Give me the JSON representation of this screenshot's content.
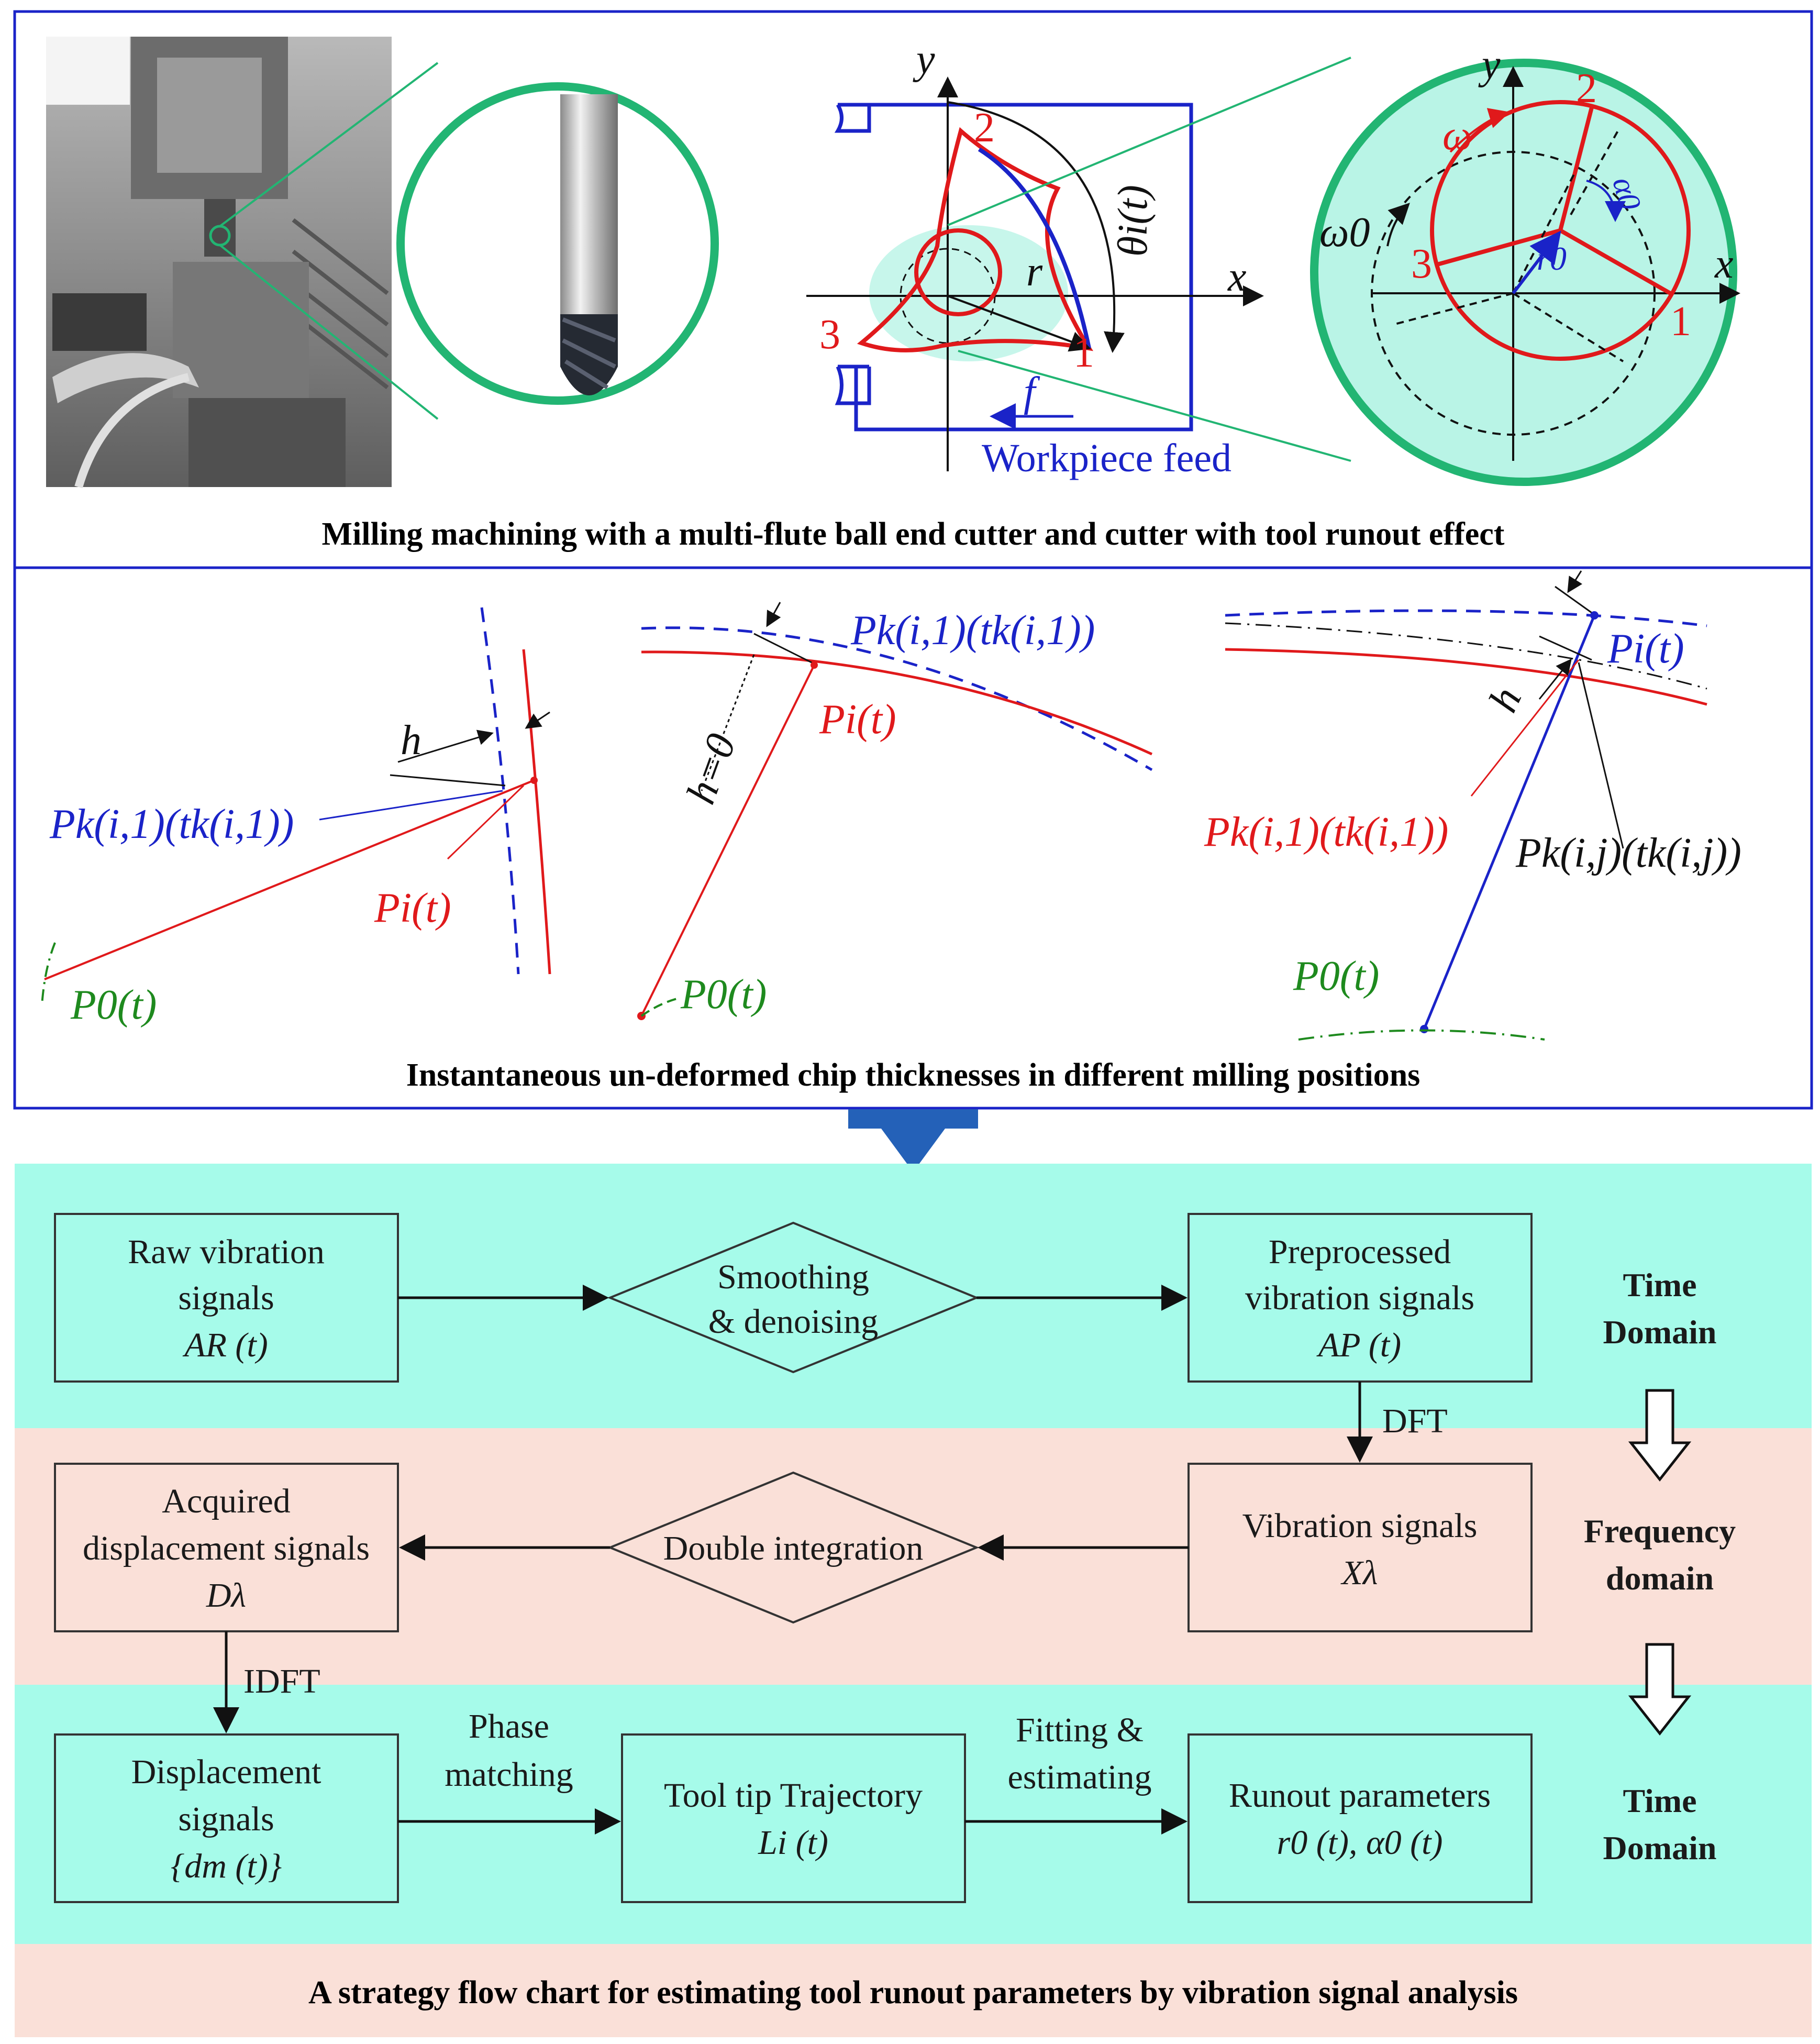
{
  "panel1": {
    "caption": "Milling machining with a multi-flute ball end cutter and cutter with tool runout effect",
    "center": {
      "axis_x": "x",
      "axis_y": "y",
      "flute_1": "1",
      "flute_2": "2",
      "flute_3": "3",
      "angle": "θi(t)",
      "radius": "r",
      "feed_symbol": "f",
      "feed_label": "Workpiece feed"
    },
    "zoom": {
      "axis_x": "x",
      "axis_y": "y",
      "flute_1": "1",
      "flute_2": "2",
      "flute_3": "3",
      "omega": "ω",
      "omega0": "ω0",
      "r0": "r0",
      "alpha0": "α0"
    }
  },
  "panel2": {
    "caption": "Instantaneous un-deformed chip thicknesses in different milling positions",
    "left": {
      "h": "h",
      "pk": "Pk(i,1)(tk(i,1))",
      "pi": "Pi(t)",
      "p0": "P0(t)"
    },
    "middle": {
      "h": "h=0",
      "pk": "Pk(i,1)(tk(i,1))",
      "pi": "Pi(t)",
      "p0": "P0(t)"
    },
    "right": {
      "h": "h",
      "pi": "Pi(t)",
      "pk1": "Pk(i,1)(tk(i,1))",
      "pkj": "Pk(i,j)(tk(i,j))",
      "p0": "P0(t)"
    }
  },
  "flowchart": {
    "caption": "A strategy flow chart for estimating tool runout parameters by vibration signal analysis",
    "band_colors": {
      "time": "#a6fbea",
      "freq": "#fae0d8"
    },
    "raw": {
      "line1": "Raw vibration",
      "line2": "signals",
      "var": "AR (t)"
    },
    "smooth": {
      "line1": "Smoothing",
      "line2": "& denoising"
    },
    "pre": {
      "line1": "Preprocessed",
      "line2": "vibration signals",
      "var": "AP (t)"
    },
    "dft": "DFT",
    "vib": {
      "line1": "Vibration signals",
      "var": "Xλ"
    },
    "double": "Double integration",
    "acq": {
      "line1": "Acquired",
      "line2": "displacement signals",
      "var": "Dλ"
    },
    "idft": "IDFT",
    "disp": {
      "line1": "Displacement",
      "line2": "signals",
      "var": "{dm (t)}"
    },
    "phase": {
      "line1": "Phase",
      "line2": "matching"
    },
    "traj": {
      "line1": "Tool tip Trajectory",
      "var": "Li (t)"
    },
    "fit": {
      "line1": "Fitting &",
      "line2": "estimating"
    },
    "runout": {
      "line1": "Runout parameters",
      "var": "r0 (t), α0 (t)"
    },
    "side_time1": {
      "line1": "Time",
      "line2": "Domain"
    },
    "side_freq": {
      "line1": "Frequency",
      "line2": "domain"
    },
    "side_time2": {
      "line1": "Time",
      "line2": "Domain"
    }
  }
}
